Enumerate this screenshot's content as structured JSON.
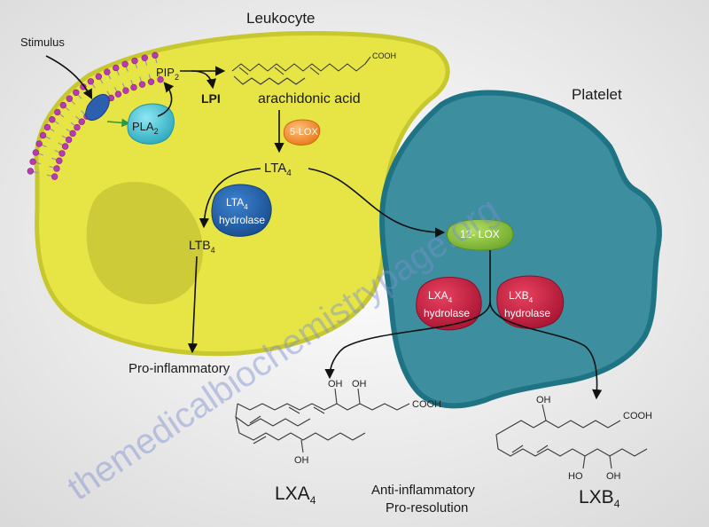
{
  "cells": {
    "leukocyte": {
      "label": "Leukocyte",
      "color": "#e6e545"
    },
    "platelet": {
      "label": "Platelet",
      "color": "#3d8e9e"
    }
  },
  "stimulus": {
    "label": "Stimulus"
  },
  "molecules": {
    "pip2": {
      "base": "PIP",
      "sub": "2"
    },
    "lpi": {
      "label": "LPI"
    },
    "arachidonic_acid": {
      "label": "arachidonic acid",
      "group": "COOH"
    },
    "lta4": {
      "base": "LTA",
      "sub": "4"
    },
    "ltb4": {
      "base": "LTB",
      "sub": "4"
    }
  },
  "enzymes": {
    "pla2": {
      "base": "PLA",
      "sub": "2",
      "color": "#3fc6d8"
    },
    "lox5": {
      "label": "5-LOX",
      "color": "#f18a2c"
    },
    "lta4_hydrolase": {
      "base": "LTA",
      "sub": "4",
      "line2": "hydrolase",
      "color": "#1f5ea8"
    },
    "lox12": {
      "label": "12- LOX",
      "color": "#86bf3a"
    },
    "lxa4_hydrolase": {
      "base": "LXA",
      "sub": "4",
      "line2": "hydrolase",
      "color": "#c01e3f"
    },
    "lxb4_hydrolase": {
      "base": "LXB",
      "sub": "4",
      "line2": "hydrolase",
      "color": "#c01e3f"
    }
  },
  "outcomes": {
    "pro_inflammatory": "Pro-inflammatory",
    "anti_inflammatory_line1": "Anti-inflammatory",
    "anti_inflammatory_line2": "Pro-resolution"
  },
  "products": {
    "lxa4": {
      "base": "LXA",
      "sub": "4",
      "oh": "OH",
      "cooh": "COOH"
    },
    "lxb4": {
      "base": "LXB",
      "sub": "4",
      "oh": "OH",
      "ho": "HO",
      "cooh": "COOH"
    }
  },
  "watermark": "themedicalbiochemistrypage.org"
}
